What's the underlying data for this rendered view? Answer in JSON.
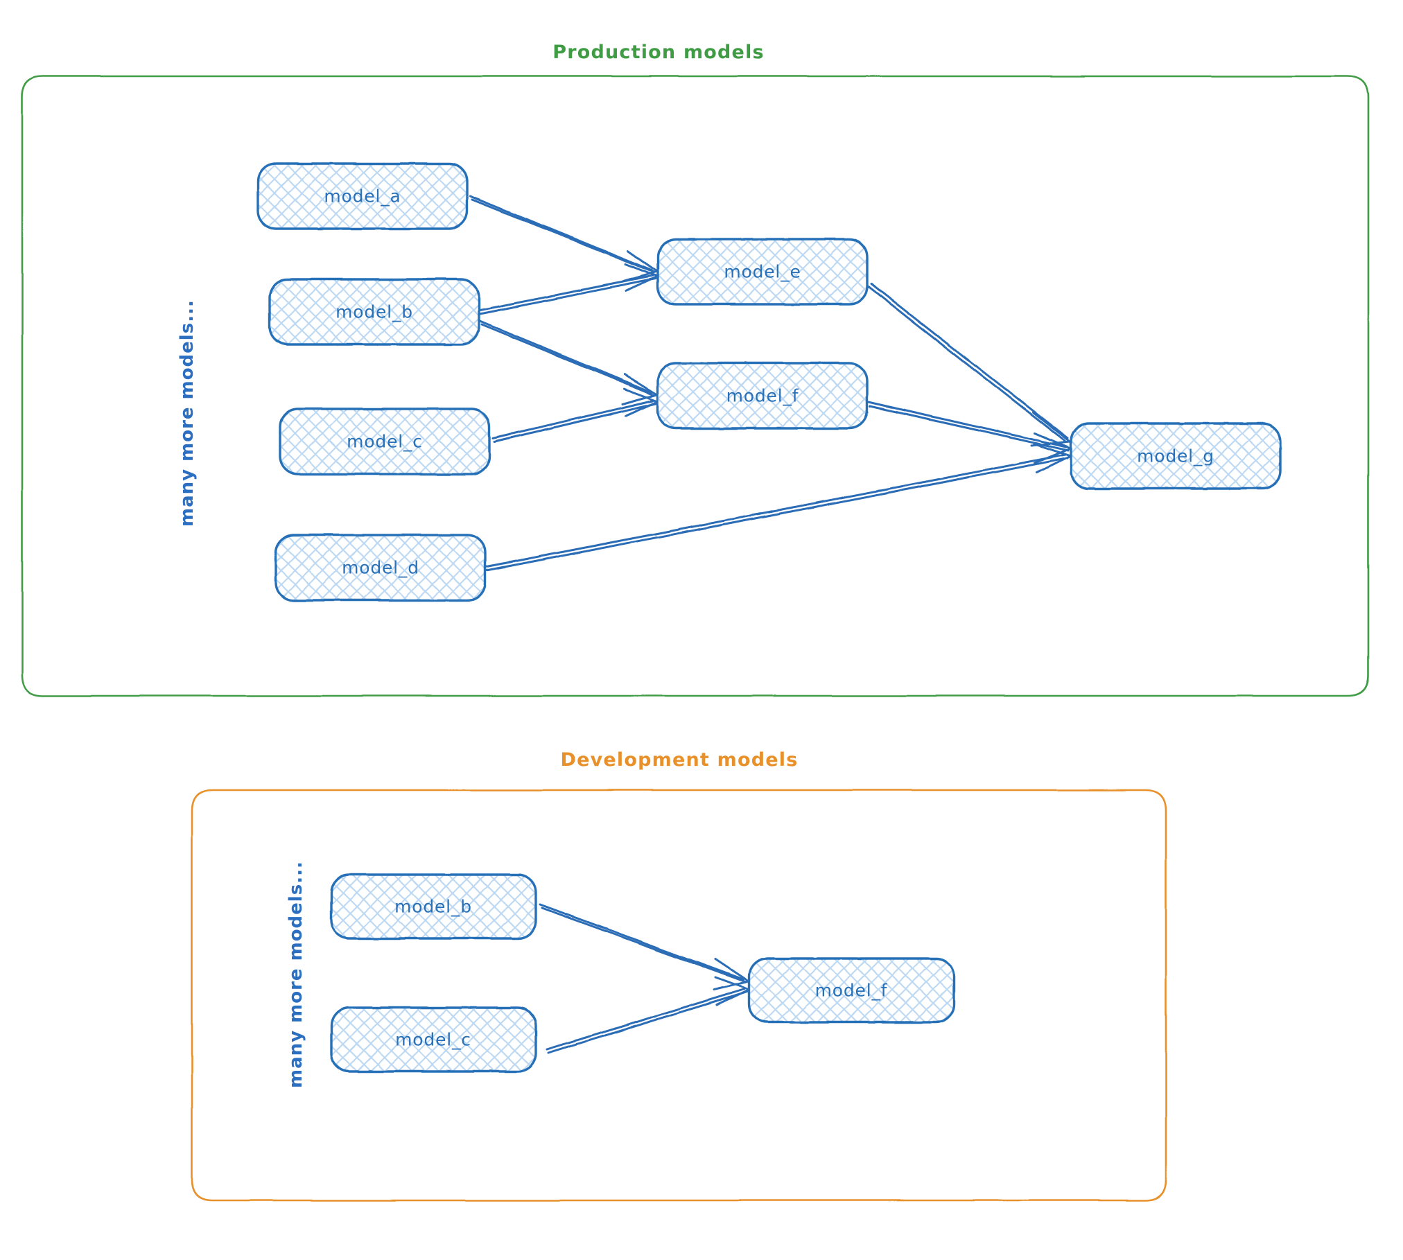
{
  "diagram": {
    "type": "model-lineage-dag",
    "style": "hand-drawn-sketch",
    "colors": {
      "production_border": "#3f9c44",
      "development_border": "#e8912a",
      "node_stroke": "#2870b8",
      "node_fill_hatch": "#bcd8f2",
      "edge": "#2b6cb5",
      "text_blue": "#2870b8",
      "background": "#ffffff"
    },
    "groups": [
      {
        "id": "production",
        "title": "Production models",
        "title_color": "#3f9c44",
        "side_note": "many more models...",
        "nodes": [
          {
            "id": "prod_model_a",
            "label": "model_a"
          },
          {
            "id": "prod_model_b",
            "label": "model_b"
          },
          {
            "id": "prod_model_c",
            "label": "model_c"
          },
          {
            "id": "prod_model_d",
            "label": "model_d"
          },
          {
            "id": "prod_model_e",
            "label": "model_e"
          },
          {
            "id": "prod_model_f",
            "label": "model_f"
          },
          {
            "id": "prod_model_g",
            "label": "model_g"
          }
        ],
        "edges": [
          {
            "from": "model_a",
            "to": "model_e"
          },
          {
            "from": "model_b",
            "to": "model_e"
          },
          {
            "from": "model_b",
            "to": "model_f"
          },
          {
            "from": "model_c",
            "to": "model_f"
          },
          {
            "from": "model_e",
            "to": "model_g"
          },
          {
            "from": "model_f",
            "to": "model_g"
          },
          {
            "from": "model_d",
            "to": "model_g"
          }
        ]
      },
      {
        "id": "development",
        "title": "Development models",
        "title_color": "#e8912a",
        "side_note": "many more models...",
        "nodes": [
          {
            "id": "dev_model_b",
            "label": "model_b"
          },
          {
            "id": "dev_model_c",
            "label": "model_c"
          },
          {
            "id": "dev_model_f",
            "label": "model_f"
          }
        ],
        "edges": [
          {
            "from": "model_b",
            "to": "model_f"
          },
          {
            "from": "model_c",
            "to": "model_f"
          }
        ]
      }
    ]
  }
}
